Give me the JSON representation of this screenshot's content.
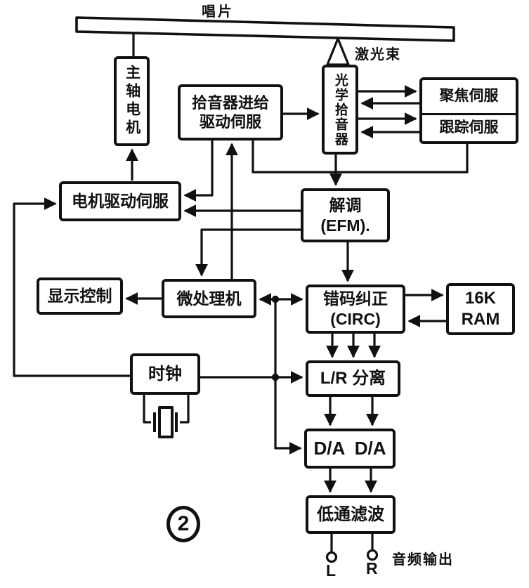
{
  "figure": {
    "number": "2",
    "disc_label": "唱片",
    "laser_beam_label": "激光束",
    "audio_output_label": "音频输出",
    "left_terminal": "L",
    "right_terminal": "R"
  },
  "blocks": {
    "spindle_motor": "主轴电机",
    "feed_servo": {
      "line1": "拾音器进给",
      "line2": "驱动伺服"
    },
    "optical_pickup": "光学拾音器",
    "focus_servo": "聚焦伺服",
    "tracking_servo": "跟踪伺服",
    "motor_drive_servo": "电机驱动伺服",
    "demodulator": {
      "line1": "解调",
      "line2": "(EFM)."
    },
    "display_control": "显示控制",
    "microprocessor": "微处理机",
    "error_correction": {
      "line1": "错码纠正",
      "line2": "(CIRC)"
    },
    "ram": {
      "line1": "16K",
      "line2": "RAM"
    },
    "clock": "时钟",
    "lr_separation": "L/R 分离",
    "dac": "D/A  D/A",
    "low_pass_filter": "低通滤波"
  },
  "colors": {
    "ink": "#111111",
    "paper": "#ffffff"
  }
}
